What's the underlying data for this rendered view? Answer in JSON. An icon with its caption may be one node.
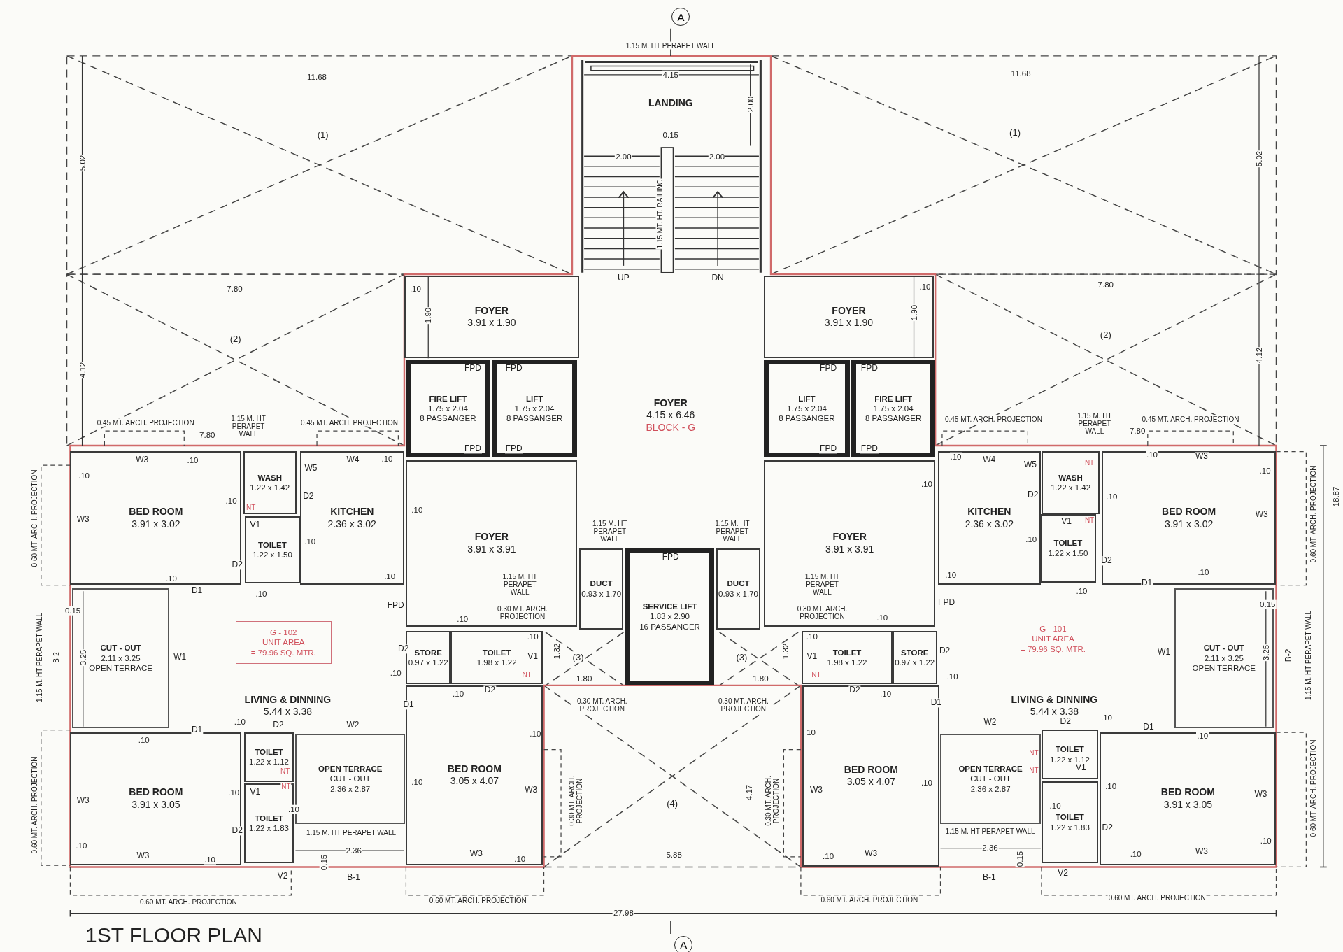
{
  "diagram": {
    "title": "1ST FLOOR PLAN",
    "nodes": [
      {
        "text": [
          "LANDING"
        ]
      },
      {
        "text": [
          "FOYER",
          "3.91 x 1.90"
        ]
      },
      {
        "text": [
          "FIRE LIFT",
          "1.75 x 2.04",
          "8 PASSANGER"
        ]
      },
      {
        "text": [
          "LIFT",
          "1.75 x 2.04",
          "8 PASSANGER"
        ]
      },
      {
        "text": [
          "FOYER",
          "4.15 x 6.46",
          "BLOCK - G"
        ]
      },
      {
        "text": [
          "LIFT",
          "1.75 x 2.04",
          "8 PASSANGER"
        ]
      },
      {
        "text": [
          "FIRE LIFT",
          "1.75 x 2.04",
          "8 PASSANGER"
        ]
      },
      {
        "text": [
          "FOYER",
          "3.91 x 1.90"
        ]
      },
      {
        "text": [
          "BED ROOM",
          "3.91 x 3.02"
        ]
      },
      {
        "text": [
          "WASH",
          "1.22 x 1.42"
        ]
      },
      {
        "text": [
          "TOILET",
          "1.22 x 1.50"
        ]
      },
      {
        "text": [
          "KITCHEN",
          "2.36 x 3.02"
        ]
      },
      {
        "text": [
          "FOYER",
          "3.91 x 3.91"
        ]
      },
      {
        "text": [
          "DUCT",
          "0.93 x 1.70"
        ]
      },
      {
        "text": [
          "SERVICE LIFT",
          "1.83 x 2.90",
          "16 PASSANGER"
        ]
      },
      {
        "text": [
          "DUCT",
          "0.93 x 1.70"
        ]
      },
      {
        "text": [
          "FOYER",
          "3.91 x 3.91"
        ]
      },
      {
        "text": [
          "KITCHEN",
          "2.36 x 3.02"
        ]
      },
      {
        "text": [
          "WASH",
          "1.22 x 1.42"
        ]
      },
      {
        "text": [
          "TOILET",
          "1.22 x 1.50"
        ]
      },
      {
        "text": [
          "BED ROOM",
          "3.91 x 3.02"
        ]
      },
      {
        "text": [
          "CUT - OUT",
          "2.11 x 3.25",
          "OPEN TERRACE"
        ]
      },
      {
        "text": [
          "LIVING & DINNING",
          "5.44 x 3.38"
        ]
      },
      {
        "text": [
          "G - 102",
          "UNIT AREA",
          "= 79.96 SQ. MTR."
        ],
        "in": 22
      },
      {
        "text": [
          "STORE",
          "0.97 x 1.22"
        ]
      },
      {
        "text": [
          "TOILET",
          "1.98 x 1.22"
        ]
      },
      {
        "text": [
          "TOILET",
          "1.98 x 1.22"
        ]
      },
      {
        "text": [
          "STORE",
          "0.97 x 1.22"
        ]
      },
      {
        "text": [
          "LIVING & DINNING",
          "5.44 x 3.38"
        ]
      },
      {
        "text": [
          "G - 101",
          "UNIT AREA",
          "= 79.96 SQ. MTR."
        ],
        "in": 28
      },
      {
        "text": [
          "CUT - OUT",
          "2.11 x 3.25",
          "OPEN TERRACE"
        ]
      },
      {
        "text": [
          "BED ROOM",
          "3.91 x 3.05"
        ]
      },
      {
        "text": [
          "TOILET",
          "1.22 x 1.12"
        ]
      },
      {
        "text": [
          "TOILET",
          "1.22 x 1.83"
        ]
      },
      {
        "text": [
          "OPEN TERRACE",
          "CUT - OUT",
          "2.36 x 2.87"
        ]
      },
      {
        "text": [
          "BED ROOM",
          "3.05 x 4.07"
        ]
      },
      {
        "text": [
          "BED ROOM",
          "3.05 x 4.07"
        ]
      },
      {
        "text": [
          "OPEN TERRACE",
          "CUT - OUT",
          "2.36 x 2.87"
        ]
      },
      {
        "text": [
          "TOILET",
          "1.22 x 1.12"
        ]
      },
      {
        "text": [
          "TOILET",
          "1.22 x 1.83"
        ]
      },
      {
        "text": [
          "BED ROOM",
          "3.91 x 3.05"
        ]
      }
    ],
    "labels": [
      "A",
      "1.15 M. HT PERAPET WALL",
      "11.68",
      "4.15",
      "11.68",
      "2.00",
      "0.15",
      "2.00",
      "2.00",
      "1.15 MT. HT. RAILING",
      "UP",
      "DN",
      "5.02",
      "5.02",
      "(1)",
      "(1)",
      "7.80",
      "7.80",
      "(2)",
      "(2)",
      "4.12",
      "4.12",
      ".10",
      "1.90",
      ".10",
      "1.90",
      "FPD",
      "FPD",
      "FPD",
      "FPD",
      "FPD",
      "FPD",
      "FPD",
      "FPD",
      "FPD",
      "0.45 MT. ARCH. PROJECTION",
      "1.15 M. HT PERAPET WALL",
      "7.80",
      "0.45 MT. ARCH. PROJECTION",
      "W3",
      ".10",
      ".10",
      "W3",
      ".10",
      "W5",
      "D2",
      "W4",
      ".10",
      "V1",
      "NT",
      ".10",
      "D2",
      ".10",
      "D1",
      ".10",
      ".10",
      ".10",
      "FPD",
      "0.60 MT. ARCH. PROJECTION",
      "0.15",
      "3.25",
      "B-2",
      "1.15 M. HT PERAPET WALL",
      "W1",
      "D1",
      ".10",
      ".10",
      "D2",
      "W2",
      "0.60 MT. ARCH. PROJECTION",
      "W3",
      ".10",
      "NT",
      "V1",
      ".10",
      "NT",
      "D2",
      ".10",
      "W3",
      ".10",
      "1.15 M. HT PERAPET WALL",
      "2.36",
      "0.15",
      "V2",
      "B-1",
      "0.60 MT. ARCH. PROJECTION",
      "0.60 MT. ARCH. PROJECTION",
      "1.15 M. HT PERAPET WALL",
      "1.15 M. HT PERAPET WALL",
      "1.15 M. HT PERAPET WALL",
      "0.30 MT. ARCH. PROJECTION",
      ".10",
      "D2",
      ".10",
      ".10",
      "V1",
      "NT",
      ".10",
      "D2",
      "D1",
      ".10",
      "W3",
      ".10",
      "W3",
      ".10",
      "0.30 MT. ARCH. PROJECTION",
      "(3)",
      "1.32",
      "1.80",
      "0.30 MT. ARCH. PROJECTION",
      "(3)",
      "1.32",
      "1.80",
      "0.30 MT. ARCH. PROJECTION",
      "4.17",
      "0.30 MT. ARCH. PROJECTION",
      "(4)",
      "5.88",
      "27.98",
      "A",
      "1.15 M. HT PERAPET WALL",
      "0.30 MT. ARCH. PROJECTION",
      ".10",
      ".10",
      "V1",
      "NT",
      "D2",
      ".10",
      "D2",
      ".10",
      "D1",
      "FPD",
      ".10",
      ".10",
      "0.45 MT. ARCH. PROJECTION",
      "1.15 M. HT PERAPET WALL",
      "7.80",
      "0.45 MT. ARCH. PROJECTION",
      ".10",
      "W4",
      "W5",
      "D2",
      "NT",
      "NT",
      ".10",
      ".10",
      "W3",
      ".10",
      "W3",
      "0.60 MT. ARCH. PROJECTION",
      "18.87",
      "V1",
      ".10",
      "D2",
      ".10",
      "D1",
      ".10",
      "0.15",
      "3.25",
      "B-2",
      "1.15 M. HT PERAPET WALL",
      "W1",
      "D1",
      ".10",
      "D2",
      ".10",
      "W2",
      "NT",
      "NT",
      "V1",
      ".10",
      ".10",
      "D2",
      "W3",
      "0.60 MT. ARCH. PROJECTION",
      ".10",
      ".10",
      "W3",
      "V2",
      "0.60 MT. ARCH. PROJECTION",
      "1.15 M. HT PERAPET WALL",
      "2.36",
      "0.15",
      "B-1",
      "0.60 MT. ARCH. PROJECTION",
      "10",
      "W3",
      ".10",
      ".10",
      "W3"
    ]
  }
}
